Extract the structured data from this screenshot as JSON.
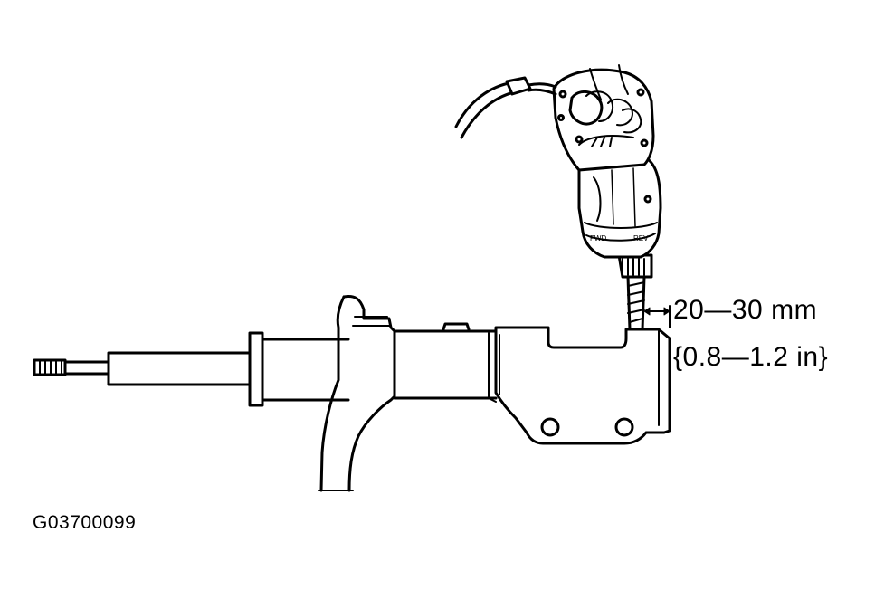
{
  "labels": {
    "dimension_metric": "20—30 mm",
    "dimension_imperial": "{0.8—1.2 in}",
    "figure_id": "G03700099"
  },
  "colors": {
    "line": "#000000",
    "background": "#ffffff"
  }
}
